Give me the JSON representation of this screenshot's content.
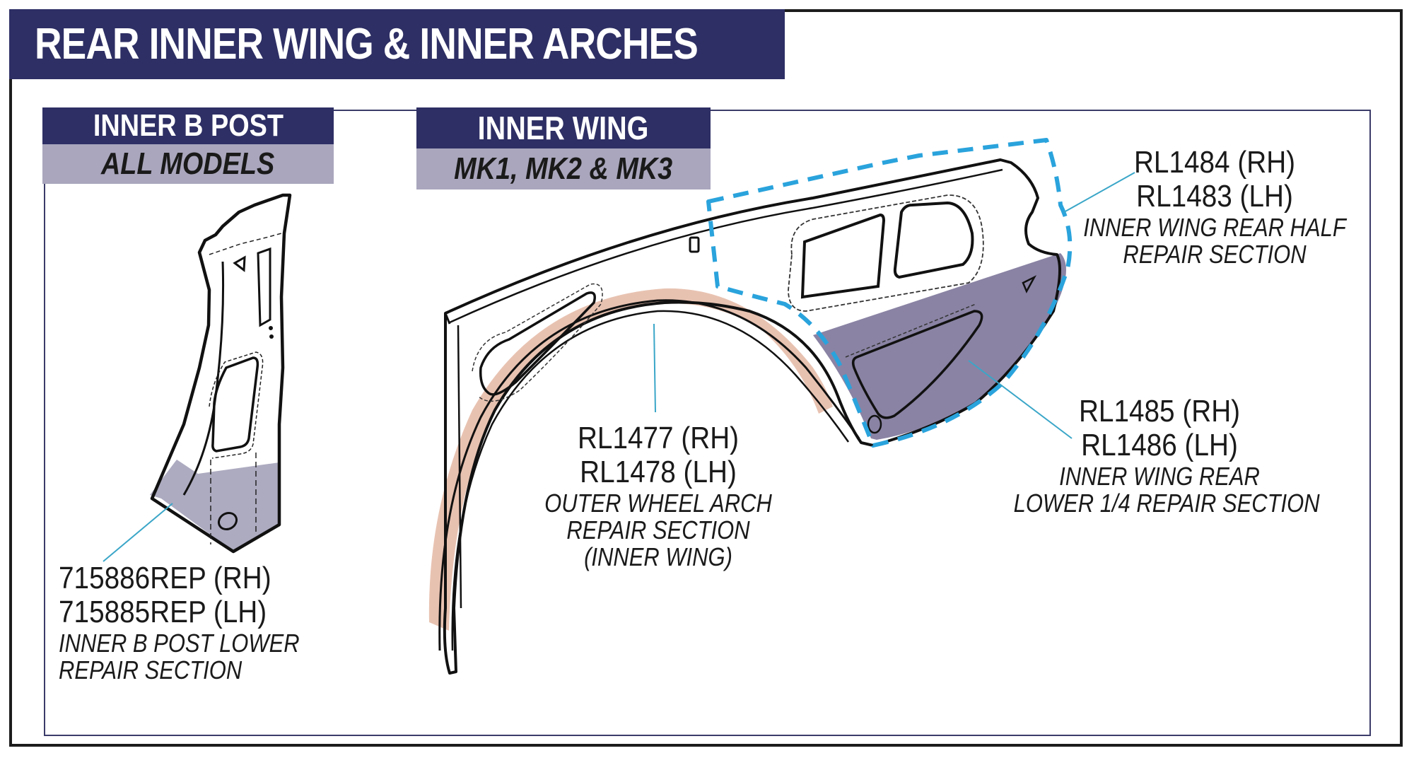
{
  "title": "REAR INNER WING & INNER ARCHES",
  "colors": {
    "navy": "#2e2f64",
    "lavender_band": "#a9a6bd",
    "highlight_purple": "#847c9f",
    "highlight_peach": "#e8c2b1",
    "dashed_blue": "#2aa3dc",
    "leader_line": "#3aa6c8"
  },
  "sections": [
    {
      "heading": "INNER B POST",
      "subheading": "ALL MODELS",
      "parts": [
        {
          "part_numbers": [
            "715886REP (RH)",
            "715885REP (LH)"
          ],
          "description": [
            "INNER B POST LOWER",
            "REPAIR SECTION"
          ],
          "highlight": "lavender"
        }
      ]
    },
    {
      "heading": "INNER WING",
      "subheading": "MK1, MK2 & MK3",
      "parts": [
        {
          "part_numbers": [
            "RL1477 (RH)",
            "RL1478 (LH)"
          ],
          "description": [
            "OUTER WHEEL ARCH",
            "REPAIR SECTION",
            "(INNER WING)"
          ],
          "highlight": "peach"
        },
        {
          "part_numbers": [
            "RL1484 (RH)",
            "RL1483 (LH)"
          ],
          "description": [
            "INNER WING REAR HALF",
            "REPAIR SECTION"
          ],
          "highlight": "dashed-blue-outline"
        },
        {
          "part_numbers": [
            "RL1485 (RH)",
            "RL1486 (LH)"
          ],
          "description": [
            "INNER WING REAR",
            "LOWER 1/4 REPAIR SECTION"
          ],
          "highlight": "purple"
        }
      ]
    }
  ]
}
